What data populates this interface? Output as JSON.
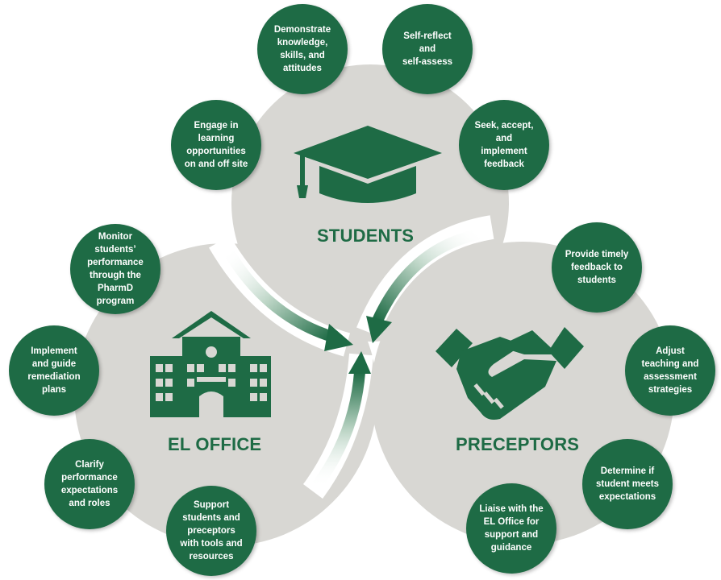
{
  "groups": {
    "students": {
      "label": "STUDENTS",
      "items": [
        "Demonstrate\nknowledge,\nskills, and\nattitudes",
        "Self-reflect\nand\nself-assess",
        "Engage in\nlearning\nopportunities\non and off site",
        "Seek, accept,\nand\nimplement\nfeedback"
      ]
    },
    "el_office": {
      "label": "EL OFFICE",
      "items": [
        "Monitor\nstudents’\nperformance\nthrough the\nPharmD\nprogram",
        "Implement\nand guide\nremediation\nplans",
        "Clarify\nperformance\nexpectations\nand roles",
        "Support\nstudents and\npreceptors\nwith tools and\nresources"
      ]
    },
    "preceptors": {
      "label": "PRECEPTORS",
      "items": [
        "Provide timely\nfeedback to\nstudents",
        "Adjust\nteaching and\nassessment\nstrategies",
        "Determine if\nstudent meets\nexpectations",
        "Liaise with the\nEL Office for\nsupport and\nguidance"
      ]
    }
  },
  "icons": {
    "students": "graduation-cap-icon",
    "el_office": "school-building-icon",
    "preceptors": "handshake-icon"
  },
  "colors": {
    "accent": "#1e6b45",
    "big_circle": "#d8d7d3",
    "background": "#ffffff"
  }
}
